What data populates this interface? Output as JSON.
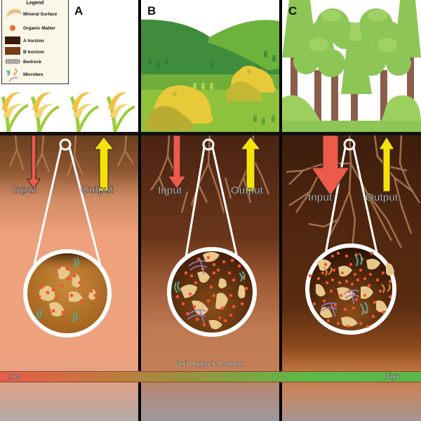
{
  "legend": {
    "title": "Legend",
    "items": [
      {
        "label": "Mineral Surface",
        "icon": "mineral-surface-swatch",
        "color": "#e3c185"
      },
      {
        "label": "Organic Matter",
        "icon": "organic-matter-dot",
        "color": "#f26a2e"
      },
      {
        "label": "A horizon",
        "icon": "a-horizon-swatch",
        "color": "#3b1a0c"
      },
      {
        "label": "B horizon",
        "icon": "b-horizon-swatch",
        "color": "#7a3a16"
      },
      {
        "label": "Bedrock",
        "icon": "bedrock-swatch",
        "color": "#a8a4a2"
      },
      {
        "label": "Microbes",
        "icon": "microbes-icon",
        "colors": [
          "#5aa58f",
          "#e8892c",
          "#9a7cc4"
        ]
      }
    ]
  },
  "panels": [
    {
      "letter": "A",
      "landscape": "cropland",
      "input_label": "Input",
      "output_label": "Output",
      "input_arrow_color": "#ee5a4a",
      "output_arrow_color": "#f6e20a",
      "input_size": "small",
      "output_size": "large"
    },
    {
      "letter": "B",
      "landscape": "grassland",
      "input_label": "Input",
      "output_label": "Output",
      "input_arrow_color": "#ee5a4a",
      "output_arrow_color": "#f6e20a",
      "input_size": "medium",
      "output_size": "medium"
    },
    {
      "letter": "C",
      "landscape": "forest",
      "input_label": "Input",
      "output_label": "Output",
      "input_arrow_color": "#ee5a4a",
      "output_arrow_color": "#f6e20a",
      "input_size": "large",
      "output_size": "small"
    }
  ],
  "scale": {
    "title": "Soil Organic Carbon",
    "low_label": "Low",
    "high_label": "High",
    "low_color": "#ec5a4a",
    "high_color": "#58b84a"
  }
}
